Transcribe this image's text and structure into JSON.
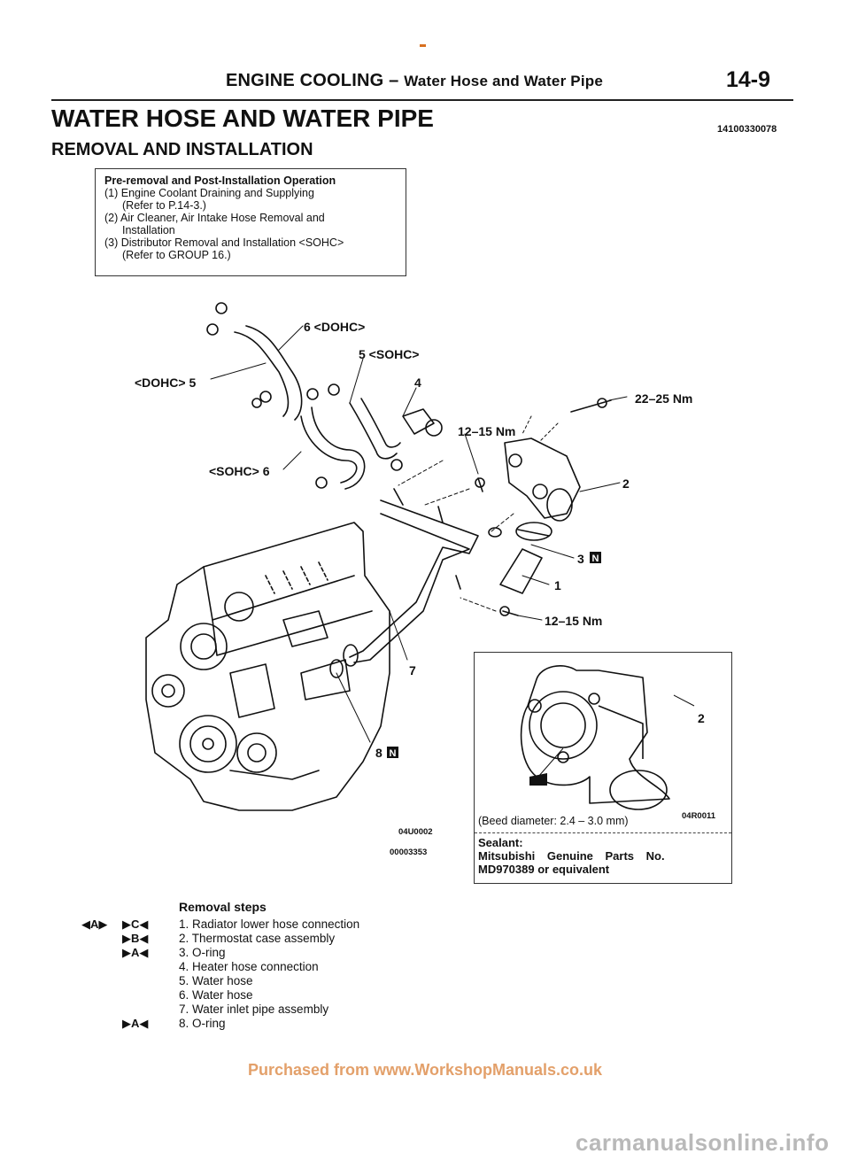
{
  "header": {
    "title": "ENGINE COOLING",
    "separator": " – ",
    "subtitle": "Water Hose and Water Pipe",
    "page_number": "14-9"
  },
  "main_title": "WATER HOSE AND WATER PIPE",
  "doc_id": "14100330078",
  "section_title": "REMOVAL AND INSTALLATION",
  "pre_op": {
    "title": "Pre-removal and Post-Installation Operation",
    "lines": [
      "(1) Engine Coolant Draining and Supplying",
      "(Refer to P.14-3.)",
      "(2) Air Cleaner, Air Intake Hose Removal and",
      "Installation",
      "(3) Distributor Removal and Installation <SOHC>",
      "(Refer to GROUP 16.)"
    ]
  },
  "diagram_labels": {
    "dohc6": "6 <DOHC>",
    "sohc5": "5 <SOHC>",
    "dohc5": "<DOHC> 5",
    "sohc6": "<SOHC> 6",
    "l4": "4",
    "torque1": "22–25 Nm",
    "torque2": "12–15 Nm",
    "l2": "2",
    "l3": "3",
    "l1": "1",
    "torque3": "12–15 Nm",
    "l7": "7",
    "l8": "8",
    "n_badge": "N",
    "code1": "04U0002",
    "code2": "00003353"
  },
  "inset": {
    "label2": "2",
    "note": "(Beed diameter: 2.4 – 3.0 mm)",
    "code": "04R0011",
    "sealant_title": "Sealant:",
    "sealant_line1": "Mitsubishi Genuine Parts No.",
    "sealant_line2": "MD970389 or equivalent"
  },
  "removal": {
    "title": "Removal steps",
    "steps": [
      "1. Radiator lower hose connection",
      "2. Thermostat case assembly",
      "3. O-ring",
      "4. Heater hose connection",
      "5. Water hose",
      "6. Water hose",
      "7. Water inlet pipe assembly",
      "8. O-ring"
    ],
    "marks": {
      "a_left": "◀A▶",
      "c": "▶C◀",
      "b": "▶B◀",
      "a1": "▶A◀",
      "a2": "▶A◀"
    }
  },
  "footer": "Purchased from www.WorkshopManuals.co.uk",
  "watermark": "carmanualsonline.info"
}
